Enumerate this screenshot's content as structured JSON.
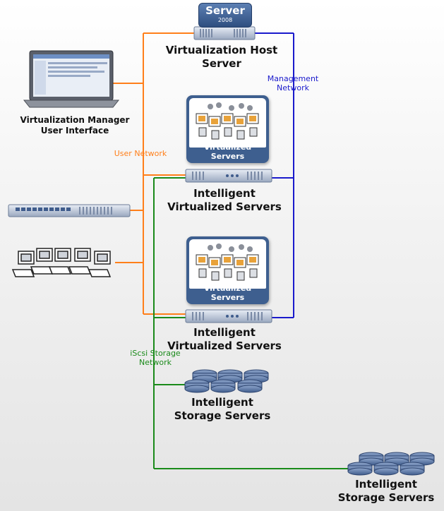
{
  "header": {
    "badge_title": "Server",
    "badge_subtitle": "2008"
  },
  "labels": {
    "host": "Virtualization Host Server",
    "manager": "Virtualization Manager User Interface",
    "intelligent_virtualized_1": "Intelligent Virtualized Servers",
    "intelligent_virtualized_2": "Intelligent Virtualized Servers",
    "storage_1": "Intelligent Storage Servers",
    "storage_2": "Intelligent Storage Servers"
  },
  "networks": {
    "management": "Management Network",
    "user": "User Network",
    "iscsi": "iScsi Storage Network"
  },
  "cards": {
    "card_1_caption": "Virtualized Servers",
    "card_2_caption": "Virtualized Servers"
  },
  "colors": {
    "user_network": "#ff7f1a",
    "management_network": "#1a1acc",
    "iscsi_network": "#1a8a1a",
    "card": "#3e5f8f"
  },
  "icons": [
    "server-2008-badge",
    "rack-server-icon",
    "laptop-icon",
    "network-switch-icon",
    "workstations-icon",
    "virtual-servers-icon",
    "storage-disks-icon"
  ]
}
